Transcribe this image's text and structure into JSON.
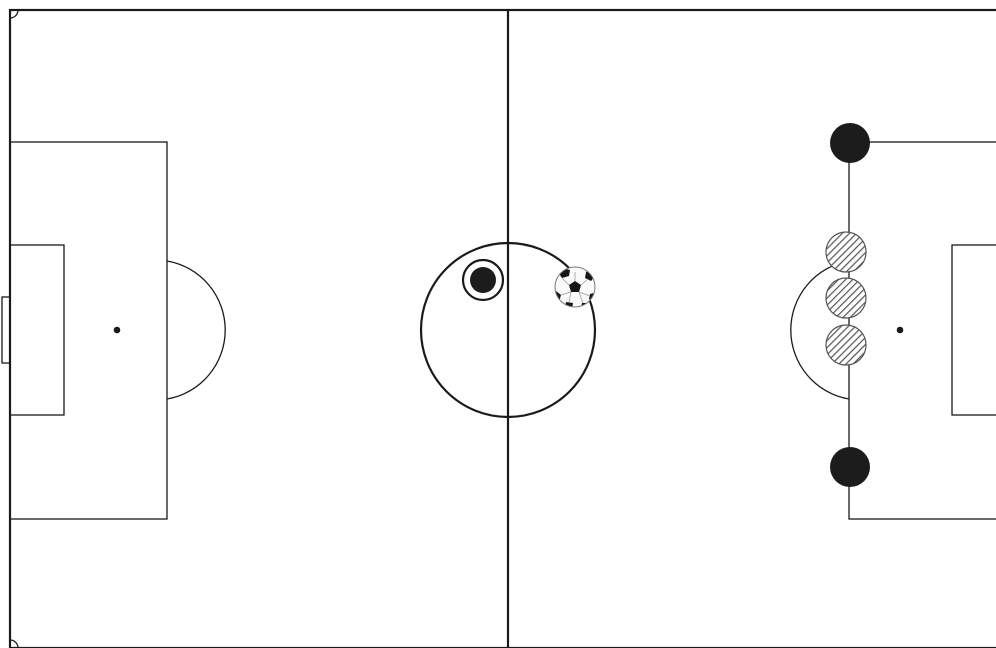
{
  "diagram": {
    "type": "soccer-pitch-tactics-board",
    "pitch_color": "#ffffff",
    "line_color": "#1a1a1a",
    "player_solid_color": "#1c1c1c",
    "player_hatched_color": "#6b6b6b",
    "players": [
      {
        "id": "center-player",
        "style": "solid-ringed",
        "team": "attack"
      },
      {
        "id": "defender-top",
        "style": "solid",
        "team": "defense"
      },
      {
        "id": "defender-wall-1",
        "style": "hatched",
        "team": "defense"
      },
      {
        "id": "defender-wall-2",
        "style": "hatched",
        "team": "defense"
      },
      {
        "id": "defender-wall-3",
        "style": "hatched",
        "team": "defense"
      },
      {
        "id": "defender-bottom",
        "style": "solid",
        "team": "defense"
      }
    ],
    "ball": {
      "icon": "soccer-ball-icon"
    }
  }
}
